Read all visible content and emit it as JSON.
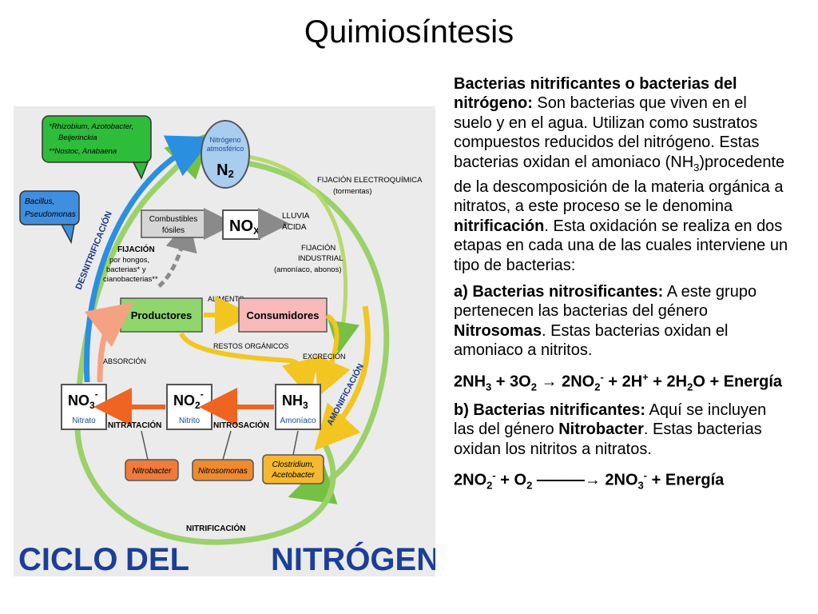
{
  "slide": {
    "title": "Quimiosíntesis"
  },
  "diagram": {
    "n2_label1": "Nitrógeno",
    "n2_label2": "atmosférico",
    "n2_formula": "N",
    "n2_sub": "2",
    "green_note1": "*Rhizobium, Azotobacter,",
    "green_note2": "Beijerinckia",
    "green_note3": "**Nostoc, Anabaena",
    "blue_note1": "Bacillus,",
    "blue_note2": "Pseudomonas",
    "combustibles1": "Combustibles",
    "combustibles2": "fósiles",
    "nox": "NO",
    "nox_sub": "X",
    "lluvia1": "LLUVIA",
    "lluvia2": "ÁCIDA",
    "fij_electro1": "FIJACIÓN ELECTROQUÍMICA",
    "fij_electro2": "(tormentas)",
    "fijacion1": "FIJACIÓN",
    "fijacion2": "por hongos,",
    "fijacion3": "bacterias* y",
    "fijacion4": "cianobacterias**",
    "fij_ind1": "FIJACIÓN",
    "fij_ind2": "INDUSTRIAL",
    "fij_ind3": "(amoníaco, abonos)",
    "desnitrificacion": "DESNITRIFICACIÓN",
    "amonificacion": "AMONIFICACIÓN",
    "alimento": "ALIMENTO",
    "productores": "Productores",
    "consumidores": "Consumidores",
    "restos": "RESTOS ORGÁNICOS",
    "absorcion": "ABSORCIÓN",
    "excrecion": "EXCRECIÓN",
    "no3": "NO",
    "no3_sub": "3",
    "no3_sup": "-",
    "no3_label": "Nitrato",
    "no2": "NO",
    "no2_sub": "2",
    "no2_sup": "-",
    "no2_label": "Nitrito",
    "nh3": "NH",
    "nh3_sub": "3",
    "nh3_label": "Amoníaco",
    "nitratacion": "NITRATACIÓN",
    "nitrosacion": "NITROSACIÓN",
    "nitrobacter": "Nitrobacter",
    "nitrosomonas": "Nitrosomonas",
    "clostridium1": "Clostridium,",
    "clostridium2": "Acetobacter",
    "nitrificacion": "NITRIFICACIÓN",
    "ciclo": "CICLO",
    "del": "DEL",
    "nitrogeno": "NITRÓGENO"
  },
  "text": {
    "p1_bold": "Bacterias nitrificantes o bacterias del nitrógeno:",
    "p1_a": " Son bacterias que viven en el suelo y en el agua. Utilizan como sustratos compuestos reducidos del nitrógeno. Estas bacterias oxidan el amoniaco (NH",
    "p1_sub": "3",
    "p1_b": ")procedente de la descomposición de la materia orgánica a nitratos, a este proceso se le denomina ",
    "p1_bold2": "nitrificación",
    "p1_c": ". Esta oxidación se realiza en dos etapas en cada una de las cuales interviene un tipo de bacterias:",
    "p2_bold": "a) Bacterias nitrosificantes:",
    "p2_a": " A este grupo pertenecen las bacterias del género ",
    "p2_bold2": "Nitrosomas",
    "p2_b": ". Estas bacterias oxidan el amoniaco a nitritos.",
    "eq1_a": "2NH",
    "eq1_s1": "3",
    "eq1_b": " + 3O",
    "eq1_s2": "2",
    "eq1_arrow": " → ",
    "eq1_c": "2NO",
    "eq1_s3": "2",
    "eq1_p1": "-",
    "eq1_d": " + 2H",
    "eq1_p2": "+",
    "eq1_e": " + 2H",
    "eq1_s4": "2",
    "eq1_f": "O + Energía",
    "p3_bold": "b) Bacterias nitrificantes:",
    "p3_a": " Aquí se incluyen las del género ",
    "p3_bold2": "Nitrobacter",
    "p3_b": ". Estas bacterias oxidan los nitritos a nitratos.",
    "eq2_a": "2NO",
    "eq2_s1": "2",
    "eq2_p1": "-",
    "eq2_b": " + O",
    "eq2_s2": "2",
    "eq2_arrow": " ———→ ",
    "eq2_c": "2NO",
    "eq2_s3": "3",
    "eq2_p2": "-",
    "eq2_d": " + Energía"
  }
}
